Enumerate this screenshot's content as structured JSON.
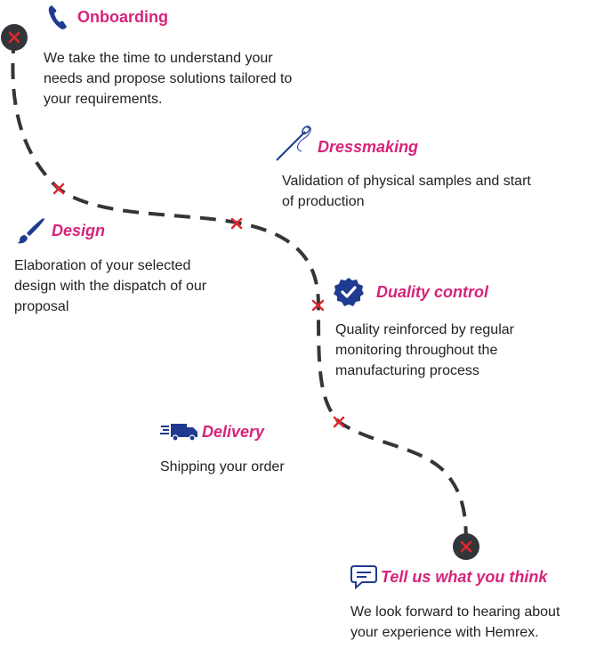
{
  "colors": {
    "accent": "#d6247a",
    "icon_blue": "#1f3b8f",
    "path": "#333639",
    "marker": "#e3262d"
  },
  "steps": [
    {
      "title": "Onboarding",
      "icon": "phone-icon",
      "text": "We take the time to understand your needs and propose solutions tailored to your requirements."
    },
    {
      "title": "Dressmaking",
      "icon": "needle-thread-icon",
      "text": "Validation of physical samples and start of production"
    },
    {
      "title": "Design",
      "icon": "paintbrush-icon",
      "text": "Elaboration of your selected design with the dispatch of our proposal"
    },
    {
      "title": "Duality control",
      "icon": "verified-badge-icon",
      "text": "Quality reinforced by regular monitoring throughout the manufacturing process"
    },
    {
      "title": "Delivery",
      "icon": "delivery-truck-icon",
      "text": "Shipping your order"
    },
    {
      "title": "Tell us what you think",
      "icon": "chat-bubble-icon",
      "text": "We look forward to hearing about your experience with Hemrex."
    }
  ]
}
